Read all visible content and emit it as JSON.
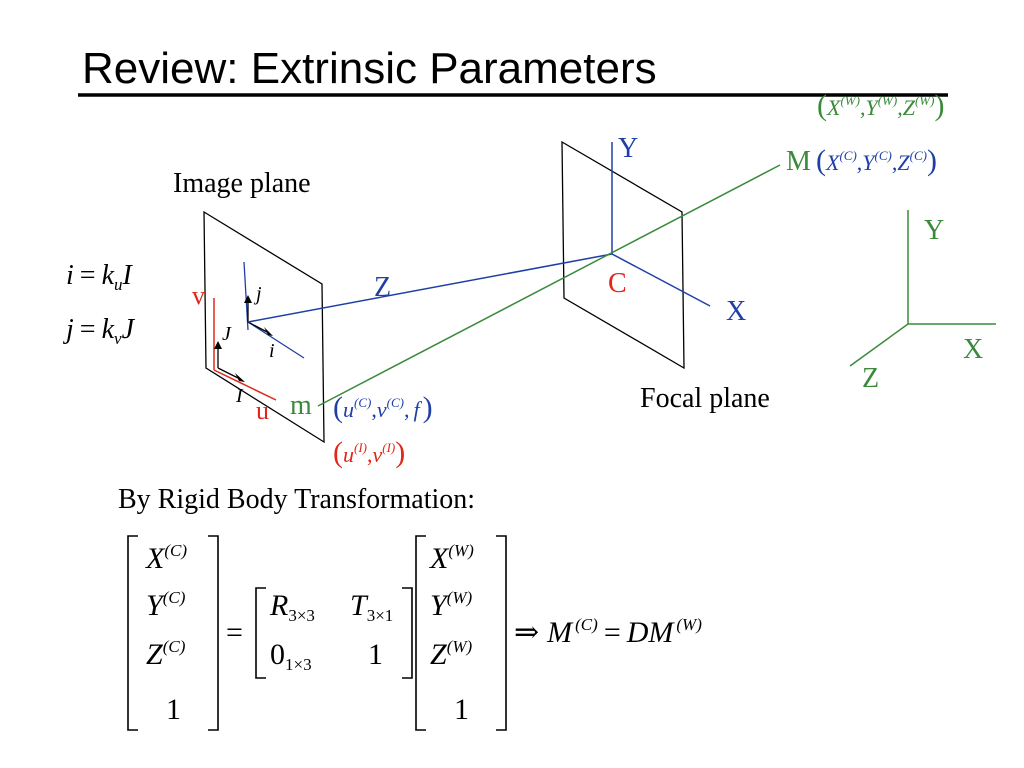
{
  "title": "Review: Extrinsic Parameters",
  "colors": {
    "black": "#000000",
    "blue": "#1f3fa6",
    "green": "#3b8a3b",
    "red": "#e0271b"
  },
  "labels": {
    "image_plane": "Image plane",
    "focal_plane": "Focal plane",
    "camera_center": "C",
    "world_point": "M",
    "image_point": "m",
    "cam_axis_x": "X",
    "cam_axis_y": "Y",
    "cam_axis_z": "Z",
    "world_axis_x": "X",
    "world_axis_y": "Y",
    "world_axis_z": "Z",
    "img_u": "u",
    "img_v": "v",
    "img_I": "I",
    "img_J": "J",
    "img_i": "i",
    "img_j": "j"
  },
  "scaling_equations": {
    "eq1": {
      "lhs": "i",
      "coef": "k",
      "sub": "u",
      "var": "I"
    },
    "eq2": {
      "lhs": "j",
      "coef": "k",
      "sub": "v",
      "var": "J"
    },
    "equals": "="
  },
  "coords": {
    "world": {
      "x": "X",
      "y": "Y",
      "z": "Z",
      "sup": "(W)",
      "comma": ","
    },
    "camera": {
      "x": "X",
      "y": "Y",
      "z": "Z",
      "sup": "(C)",
      "comma": ","
    },
    "image_cam": {
      "u": "u",
      "v": "v",
      "sup": "(C)",
      "f": "f",
      "comma": ","
    },
    "image_pix": {
      "u": "u",
      "v": "v",
      "sup": "(I)",
      "comma": ","
    },
    "paren_open": "(",
    "paren_close": ")"
  },
  "transform": {
    "heading": "By Rigid Body Transformation:",
    "lhs_vector": [
      {
        "base": "X",
        "sup": "(C)"
      },
      {
        "base": "Y",
        "sup": "(C)"
      },
      {
        "base": "Z",
        "sup": "(C)"
      },
      {
        "base": "1",
        "sup": ""
      }
    ],
    "equals": "=",
    "matrix": {
      "r11": {
        "base": "R",
        "sub": "3×3"
      },
      "r12": {
        "base": "T",
        "sub": "3×1"
      },
      "r21": {
        "base": "0",
        "sub": "1×3"
      },
      "r22": {
        "base": "1",
        "sub": ""
      }
    },
    "rhs_vector": [
      {
        "base": "X",
        "sup": "(W)"
      },
      {
        "base": "Y",
        "sup": "(W)"
      },
      {
        "base": "Z",
        "sup": "(W)"
      },
      {
        "base": "1",
        "sup": ""
      }
    ],
    "implies": "⇒",
    "result": {
      "lhs_base": "M",
      "lhs_sup": "(C)",
      "eq": "=",
      "rhs_base": "DM",
      "rhs_sup": "(W)"
    }
  }
}
